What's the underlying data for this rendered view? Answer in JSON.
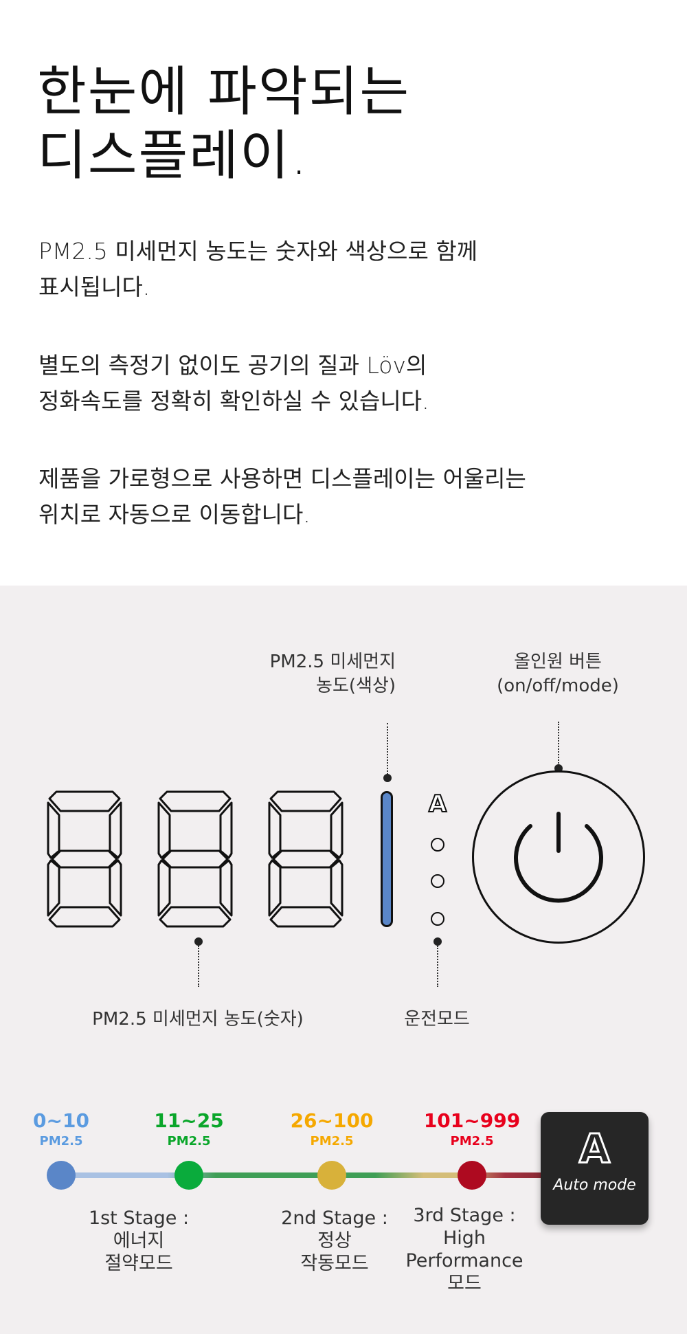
{
  "headline": {
    "line1": "한눈에 파악되는",
    "line2": "디스플레이."
  },
  "paragraphs": [
    {
      "line1": "PM2.5 미세먼지 농도는 숫자와 색상으로 함께",
      "line2": "표시됩니다."
    },
    {
      "line1": "별도의 측정기 없이도 공기의 질과 Löv의",
      "line2": "정화속도를 정확히 확인하실 수 있습니다."
    },
    {
      "line1": "제품을 가로형으로 사용하면 디스플레이는 어울리는",
      "line2": "위치로 자동으로 이동합니다."
    }
  ],
  "diagram": {
    "color_label": {
      "line1": "PM2.5 미세먼지",
      "line2": "농도(색상)"
    },
    "button_label": {
      "line1": "올인원 버튼",
      "line2": "(on/off/mode)"
    },
    "number_label": "PM2.5 미세먼지 농도(숫자)",
    "mode_label": "운전모드",
    "mode_letter": "A",
    "bar_color": "#5a86c8"
  },
  "stages": {
    "ranges": [
      {
        "range": "0~10",
        "unit": "PM2.5",
        "text_color": "#5b9be0",
        "dot_color": "#5a86c8"
      },
      {
        "range": "11~25",
        "unit": "PM2.5",
        "text_color": "#0aa62a",
        "dot_color": "#0aab3c"
      },
      {
        "range": "26~100",
        "unit": "PM2.5",
        "text_color": "#f5a800",
        "dot_color": "#d8b13a"
      },
      {
        "range": "101~999",
        "unit": "PM2.5",
        "text_color": "#e8001c",
        "dot_color": "#ae0a20"
      }
    ],
    "labels": [
      {
        "l1": "1st Stage :",
        "l2": "에너지",
        "l3": "절약모드"
      },
      {
        "l1": "2nd Stage :",
        "l2": "정상",
        "l3": "작동모드"
      },
      {
        "l1": "3rd Stage :",
        "l2": "High",
        "l3": "Performance",
        "l4": "모드"
      }
    ],
    "auto": {
      "letter": "A",
      "label": "Auto mode"
    }
  }
}
